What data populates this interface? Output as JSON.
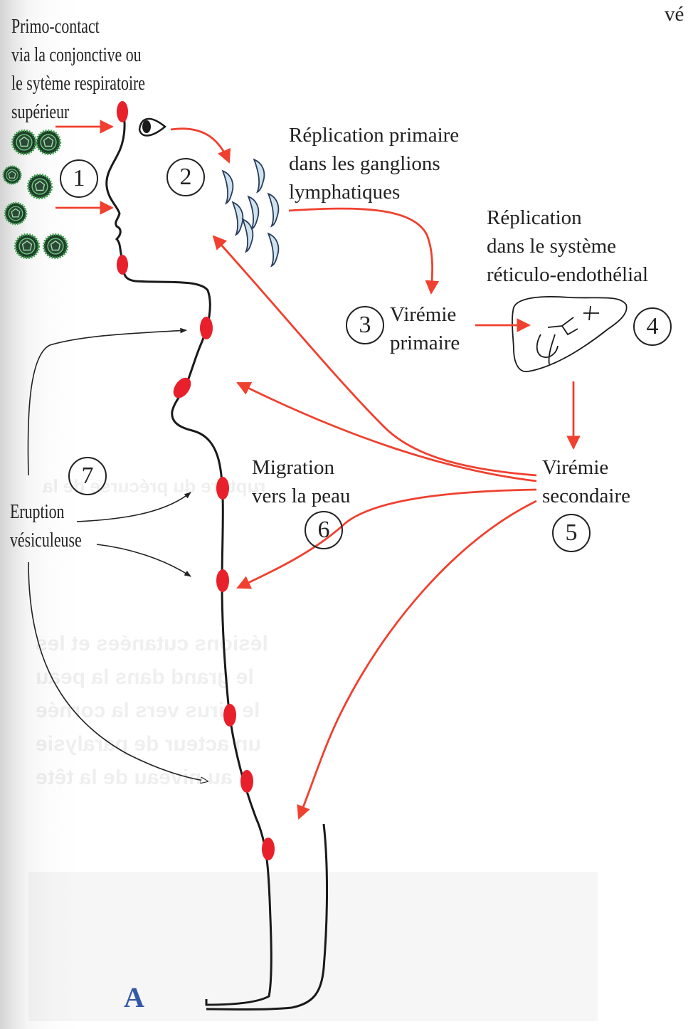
{
  "header": {
    "top_right_fragment": "vé"
  },
  "labels": {
    "primo_contact": [
      "Primo-contact",
      "via la conjonctive ou",
      "le sytème respiratoire",
      "supérieur"
    ],
    "replication_primaire": [
      "Réplication primaire",
      "dans les ganglions",
      "lymphatiques"
    ],
    "replication_systeme": [
      "Réplication",
      "dans le système",
      "réticulo-endothélial"
    ],
    "viremie_primaire": [
      "Virémie",
      "primaire"
    ],
    "viremie_secondaire": [
      "Virémie",
      "secondaire"
    ],
    "migration": [
      "Migration",
      "vers la peau"
    ],
    "eruption": [
      "Eruption",
      "vésiculeuse"
    ]
  },
  "steps": [
    "1",
    "2",
    "3",
    "4",
    "5",
    "6",
    "7"
  ],
  "panel_letter": "A",
  "background_bleed": [
    "rupture du précurse de la",
    "lésions cutanées et les",
    "le grand dans la peau",
    "le virus vers la cornée",
    "un acteur de paralysie",
    "au niveau de la tête"
  ],
  "colors": {
    "red_arrow": "#f0402f",
    "lesion": "#e8202b",
    "outline": "#1a1a1a",
    "lymph_node_fill": "#cfe3ef",
    "lymph_node_stroke": "#2a3d5a",
    "virus_fill": "#39a04a",
    "panel_letter": "#3457a8"
  },
  "icons": [
    "virus-particle-icon",
    "eye-icon",
    "lymph-node-icon",
    "liver-icon",
    "lesion-icon"
  ]
}
